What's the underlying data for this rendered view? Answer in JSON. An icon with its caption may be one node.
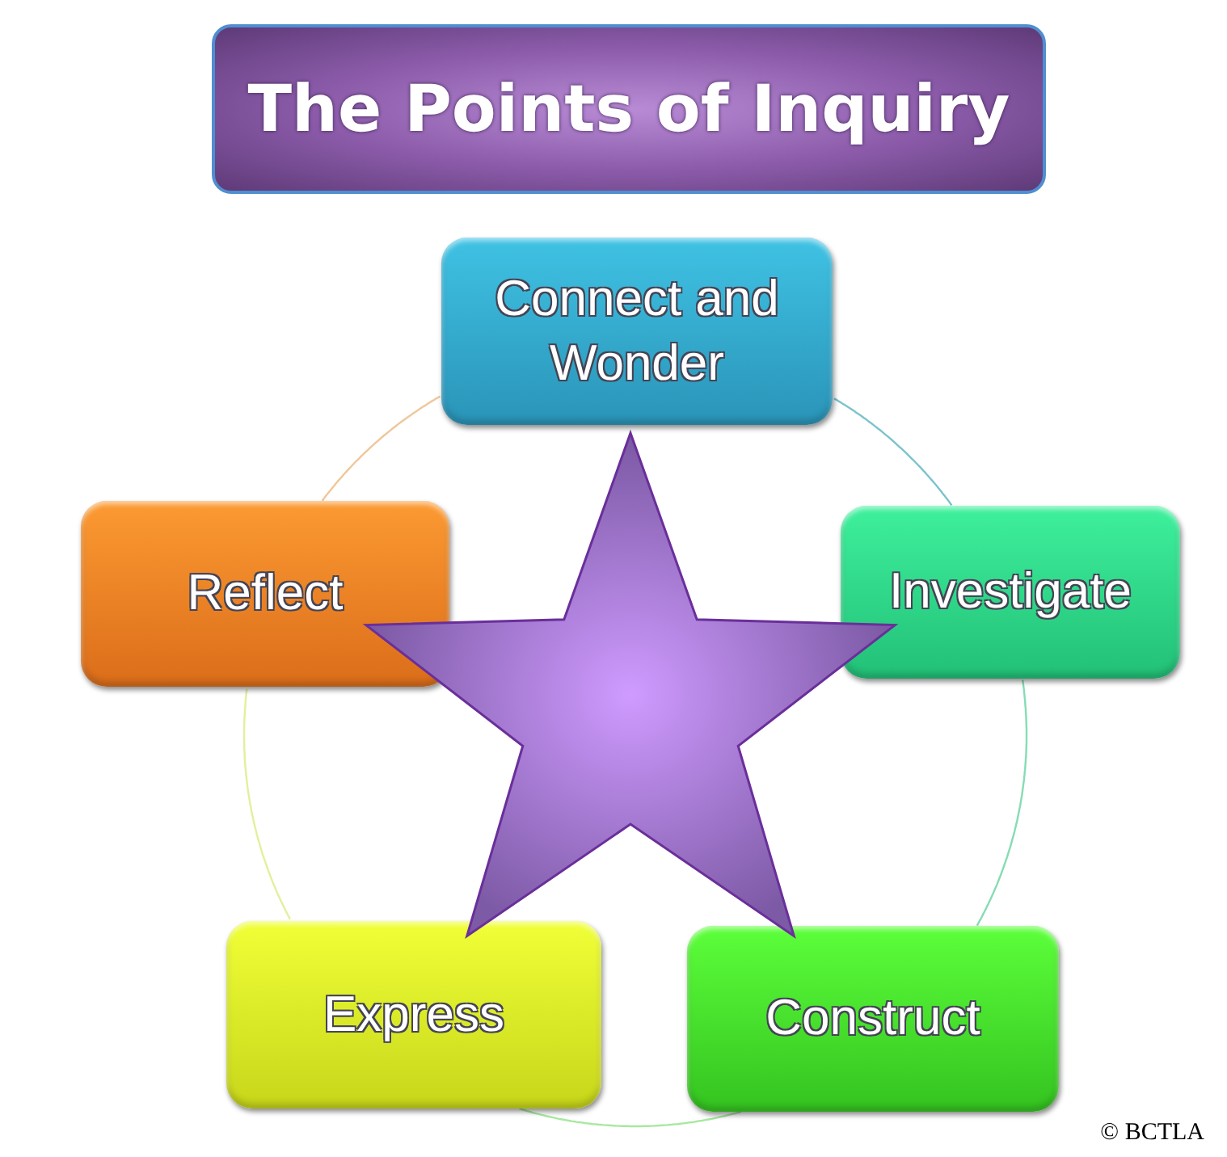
{
  "diagram": {
    "title": "The Points of Inquiry",
    "nodes": [
      {
        "text": [
          "Connect and Wonder"
        ]
      },
      {
        "text": [
          "Reflect"
        ]
      },
      {
        "text": [
          "Investigate"
        ]
      },
      {
        "text": [],
        "shape": "star"
      },
      {
        "text": [
          "Express"
        ]
      },
      {
        "text": [
          "Construct"
        ]
      }
    ],
    "edges": [
      {
        "from": 0,
        "to": 2,
        "arrow": "none",
        "color": "#7cc3cc"
      },
      {
        "from": 2,
        "to": 5,
        "arrow": "none",
        "color": "#86dcb4"
      },
      {
        "from": 5,
        "to": 4,
        "arrow": "none",
        "color": "#a8e8a0"
      },
      {
        "from": 4,
        "to": 1,
        "arrow": "none",
        "color": "#e4ef9c"
      },
      {
        "from": 1,
        "to": 0,
        "arrow": "none",
        "color": "#efc79a"
      }
    ],
    "labels": [
      "© BCTLA"
    ]
  }
}
